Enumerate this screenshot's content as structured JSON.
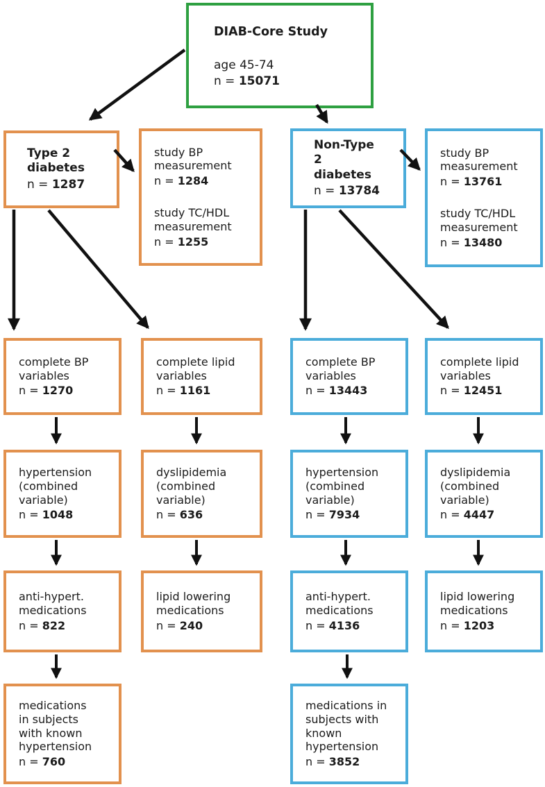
{
  "diagram": {
    "n_prefix": "n = ",
    "root": {
      "title": "DIAB-Core Study",
      "subtitle": "age 45-74",
      "n": "15071"
    },
    "left": {
      "branch": "Type 2 diabetes (orange)",
      "head": {
        "title": "Type 2 diabetes",
        "n": "1287"
      },
      "side": {
        "items": [
          {
            "label": "study BP measurement",
            "n": "1284"
          },
          {
            "label": "study TC/HDL measurement",
            "n": "1255"
          }
        ]
      },
      "complete_bp": {
        "label": "complete BP variables",
        "n": "1270"
      },
      "complete_lipid": {
        "label": "complete lipid variables",
        "n": "1161"
      },
      "hypertension": {
        "label": "hypertension (combined variable)",
        "n": "1048"
      },
      "dyslipidemia": {
        "label": "dyslipidemia (combined variable)",
        "n": "636"
      },
      "anti_hypert": {
        "label": "anti-hypert. medications",
        "n": "822"
      },
      "lipid_lowering": {
        "label": "lipid lowering medications",
        "n": "240"
      },
      "known_hypertension": {
        "label": "medications in subjects with known hypertension",
        "n": "760"
      }
    },
    "right": {
      "branch": "Non-Type 2 diabetes (blue)",
      "head": {
        "title": "Non-Type 2 diabetes",
        "n": "13784"
      },
      "side": {
        "items": [
          {
            "label": "study BP measurement",
            "n": "13761"
          },
          {
            "label": "study TC/HDL measurement",
            "n": "13480"
          }
        ]
      },
      "complete_bp": {
        "label": "complete BP variables",
        "n": "13443"
      },
      "complete_lipid": {
        "label": "complete lipid variables",
        "n": "12451"
      },
      "hypertension": {
        "label": "hypertension (combined variable)",
        "n": "7934"
      },
      "dyslipidemia": {
        "label": "dyslipidemia (combined variable)",
        "n": "4447"
      },
      "anti_hypert": {
        "label": "anti-hypert. medications",
        "n": "4136"
      },
      "lipid_lowering": {
        "label": "lipid lowering medications",
        "n": "1203"
      },
      "known_hypertension": {
        "label": "medications in subjects with known hypertension",
        "n": "3852"
      }
    },
    "colors": {
      "root_accent": "#2EA041",
      "left_accent": "#E2914E",
      "right_accent": "#4BACDA",
      "arrow": "#111111",
      "text": "#1B1B1B"
    }
  }
}
